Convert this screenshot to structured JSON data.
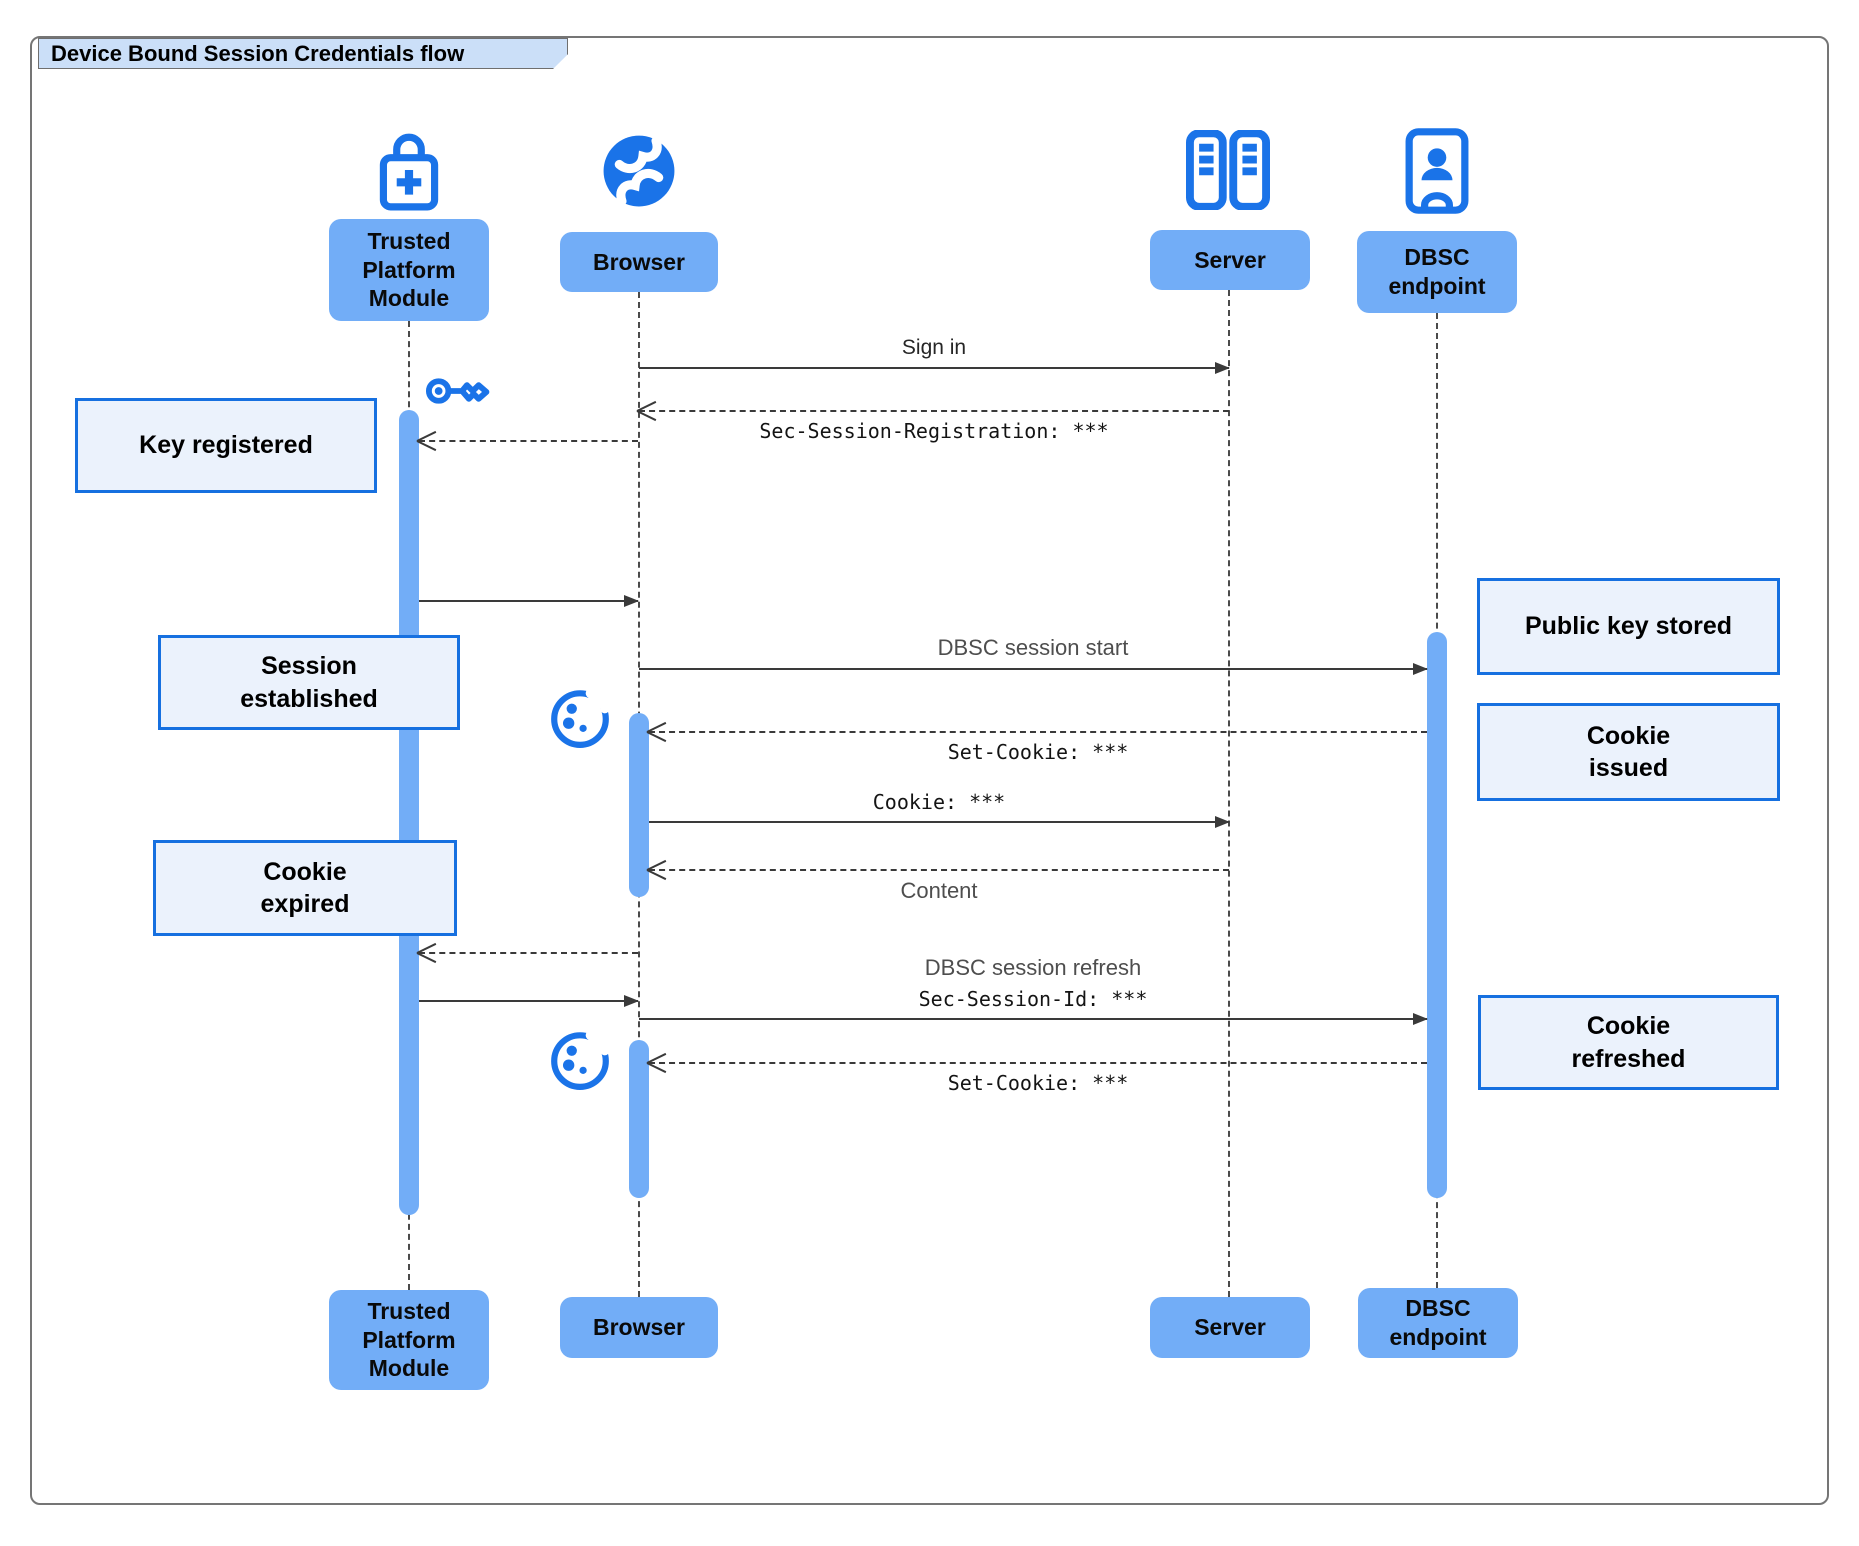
{
  "diagram": {
    "title": "Device Bound Session Credentials flow"
  },
  "actors": {
    "tpm": {
      "label": "Trusted\nPlatform\nModule"
    },
    "browser": {
      "label": "Browser"
    },
    "server": {
      "label": "Server"
    },
    "dbsc": {
      "label": "DBSC\nendpoint"
    }
  },
  "messages": {
    "sign_in": "Sign in",
    "sec_session_registration": "Sec-Session-Registration: ***",
    "dbsc_session_start": "DBSC session start",
    "set_cookie_1": "Set-Cookie: ***",
    "cookie": "Cookie: ***",
    "content": "Content",
    "dbsc_session_refresh": "DBSC session refresh",
    "sec_session_id": "Sec-Session-Id: ***",
    "set_cookie_2": "Set-Cookie: ***"
  },
  "notes": {
    "key_registered": "Key registered",
    "session_established": "Session\nestablished",
    "cookie_expired": "Cookie\nexpired",
    "public_key_stored": "Public key stored",
    "cookie_issued": "Cookie\nissued",
    "cookie_refreshed": "Cookie\nrefreshed"
  },
  "icons": {
    "tpm": "lock-plus-icon",
    "browser": "globe-icon",
    "server": "server-rack-icon",
    "dbsc": "door-person-icon",
    "key": "key-icon",
    "cookie": "cookie-icon"
  },
  "colors": {
    "line": "#3a3a3a",
    "icon": "#1a73e8",
    "pill": "#72adf7",
    "bar": "#72adf7",
    "note_fill": "#ebf2fc",
    "note_border": "#1670e0",
    "title_fill": "#cbdff8"
  }
}
